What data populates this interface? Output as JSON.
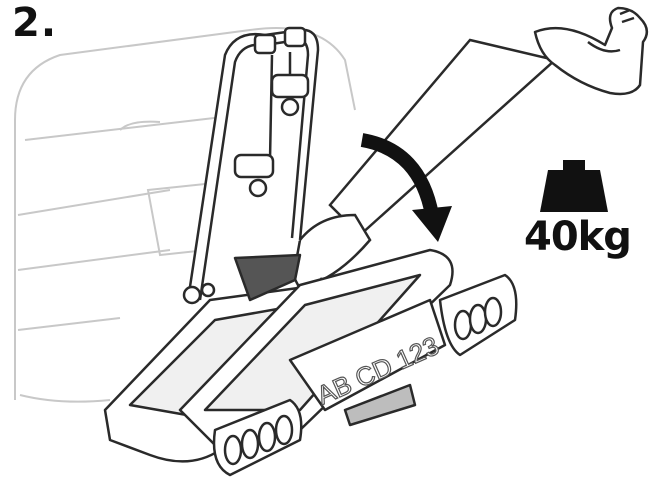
{
  "step": {
    "number": "2."
  },
  "weight": {
    "label": "40kg"
  },
  "license_plate": {
    "text": "AB CD 123"
  },
  "icons": {
    "strength": "flexed-arm-icon",
    "weight": "weight-icon",
    "direction": "curved-arrow-icon"
  },
  "colors": {
    "ink": "#111111",
    "outline": "#2a2a2a",
    "light_gray": "#c8c8c8",
    "fill_gray": "#e8e8e8"
  }
}
